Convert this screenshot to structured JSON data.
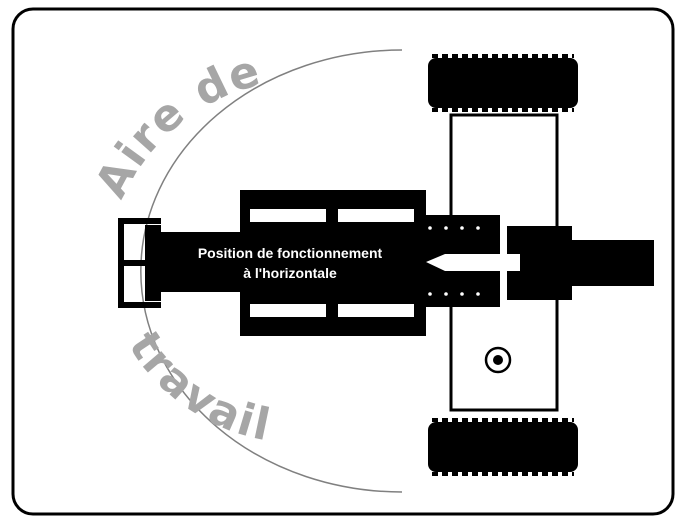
{
  "diagram": {
    "arc_label_top": "Aire de",
    "arc_label_bottom": "travail",
    "boom_label_line1": "Position de fonctionnement",
    "boom_label_line2": "à l'horizontale",
    "colors": {
      "ink": "#000000",
      "paper": "#ffffff",
      "arc_text": "#a6a6a6",
      "arc_line": "#808080"
    }
  }
}
